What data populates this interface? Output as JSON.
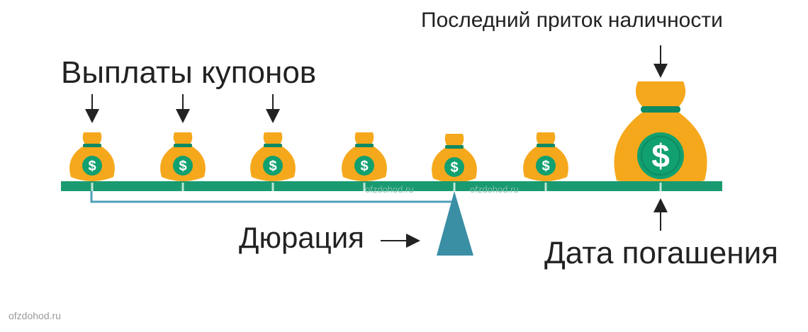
{
  "labels": {
    "coupon_payments": "Выплаты купонов",
    "last_cash_inflow": "Последний приток наличности",
    "duration": "Дюрация",
    "maturity_date": "Дата погашения"
  },
  "watermarks": {
    "beam_1": "ofzdohod.ru",
    "beam_2": "ofzdohod.ru",
    "footer": "ofzdohod.ru"
  },
  "icons": {
    "coupon_bag": "money-bag-icon",
    "big_bag": "money-bag-icon",
    "currency": "dollar-sign-icon"
  },
  "coupon_bag_count": 6,
  "colors": {
    "bag_orange": "#f6a81c",
    "bag_orange_dark": "#e8920f",
    "bag_orange_light": "#f9c24a",
    "tie_green": "#0e8a63",
    "coin_green": "#11a06f",
    "beam_green": "#1a9a70",
    "fulcrum_blue": "#3a8fa5",
    "bracket_blue": "#4f9fb8",
    "text": "#222222"
  }
}
